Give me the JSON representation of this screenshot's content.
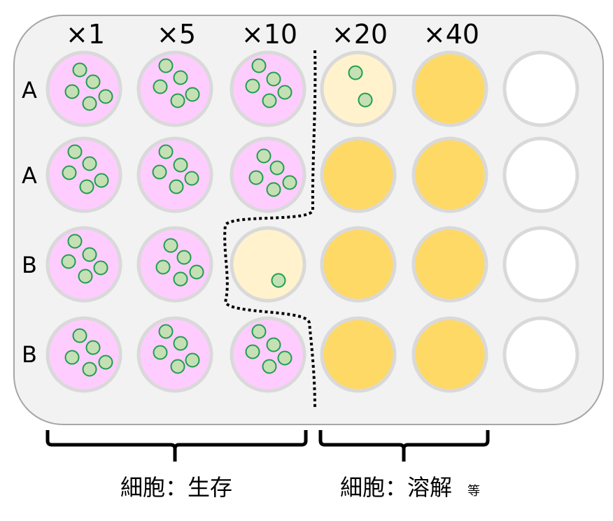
{
  "columns": [
    "×1",
    "×5",
    "×10",
    "×20",
    "×40",
    ""
  ],
  "rows": [
    "A",
    "A",
    "B",
    "B"
  ],
  "wells": [
    [
      "live",
      "live",
      "live",
      "partial",
      "lysed",
      "empty"
    ],
    [
      "live",
      "live",
      "live",
      "lysed",
      "lysed",
      "empty"
    ],
    [
      "live",
      "live",
      "partial",
      "lysed",
      "lysed",
      "empty"
    ],
    [
      "live",
      "live",
      "live",
      "lysed",
      "lysed",
      "empty"
    ]
  ],
  "groups": {
    "survive": {
      "main": "細胞：生存"
    },
    "lysed": {
      "main": "細胞：溶解",
      "suffix": "等"
    }
  },
  "colors": {
    "plate": "#f2f2f2",
    "well_border": "#d9d9d9",
    "live": "#ffccff",
    "partial": "#fff2cc",
    "lysed": "#ffd966",
    "empty": "#ffffff",
    "cell_fill": "#c5e0b4",
    "cell_stroke": "#1f9e4f"
  }
}
